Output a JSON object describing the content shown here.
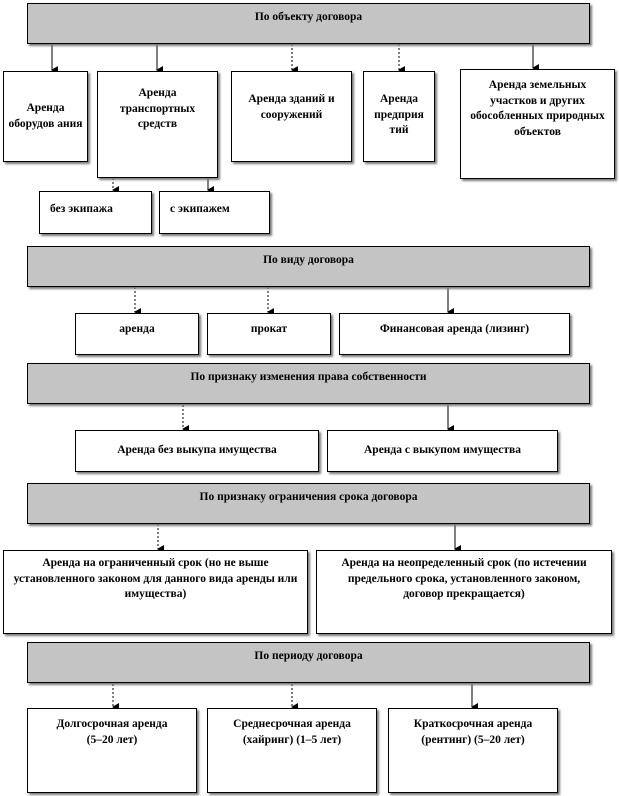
{
  "sections": {
    "object": {
      "title": "По объекту договора",
      "items": [
        "Аренда оборудов ания",
        "Аренда транспортных средств",
        "Аренда зданий и сооружений",
        "Аренда предприя тий",
        "Аренда земельных участков и других обособленных природных объектов"
      ],
      "transport_sub": [
        "без экипажа",
        "с экипажем"
      ]
    },
    "kind": {
      "title": "По виду договора",
      "items": [
        "аренда",
        "прокат",
        "Финансовая аренда (лизинг)"
      ]
    },
    "ownership": {
      "title": "По признаку изменения права собственности",
      "items": [
        "Аренда без выкупа имущества",
        "Аренда с выкупом имущества"
      ]
    },
    "term_limit": {
      "title": "По признаку ограничения срока договора",
      "items": [
        "Аренда на ограниченный срок (но не выше установленного законом для данного вида аренды или имущества)",
        "Аренда на неопределенный срок (по истечении предельного срока, установленного законом, договор прекращается)"
      ]
    },
    "period": {
      "title": "По периоду договора",
      "items": [
        "Долгосрочная аренда (5–20 лет)",
        "Среднесрочная аренда (хайринг) (1–5 лет)",
        "Краткосрочная аренда (рентинг) (5–20 лет)"
      ]
    }
  }
}
